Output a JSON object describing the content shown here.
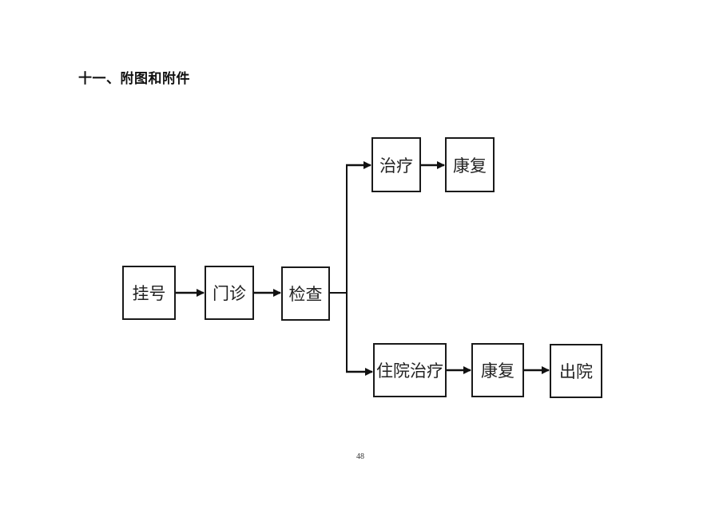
{
  "heading": "十一、附图和附件",
  "flowchart": {
    "nodes": [
      {
        "id": "registration",
        "label": "挂号"
      },
      {
        "id": "outpatient",
        "label": "门诊"
      },
      {
        "id": "examination",
        "label": "检查"
      },
      {
        "id": "treatment",
        "label": "治疗"
      },
      {
        "id": "rehab-1",
        "label": "康复"
      },
      {
        "id": "inpatient-treatment",
        "label": "住院治疗"
      },
      {
        "id": "rehab-2",
        "label": "康复"
      },
      {
        "id": "discharge",
        "label": "出院"
      }
    ],
    "edges": [
      {
        "from": "registration",
        "to": "outpatient"
      },
      {
        "from": "outpatient",
        "to": "examination"
      },
      {
        "from": "examination",
        "to": "treatment"
      },
      {
        "from": "examination",
        "to": "inpatient-treatment"
      },
      {
        "from": "treatment",
        "to": "rehab-1"
      },
      {
        "from": "inpatient-treatment",
        "to": "rehab-2"
      },
      {
        "from": "rehab-2",
        "to": "discharge"
      }
    ]
  },
  "page_number": "48"
}
